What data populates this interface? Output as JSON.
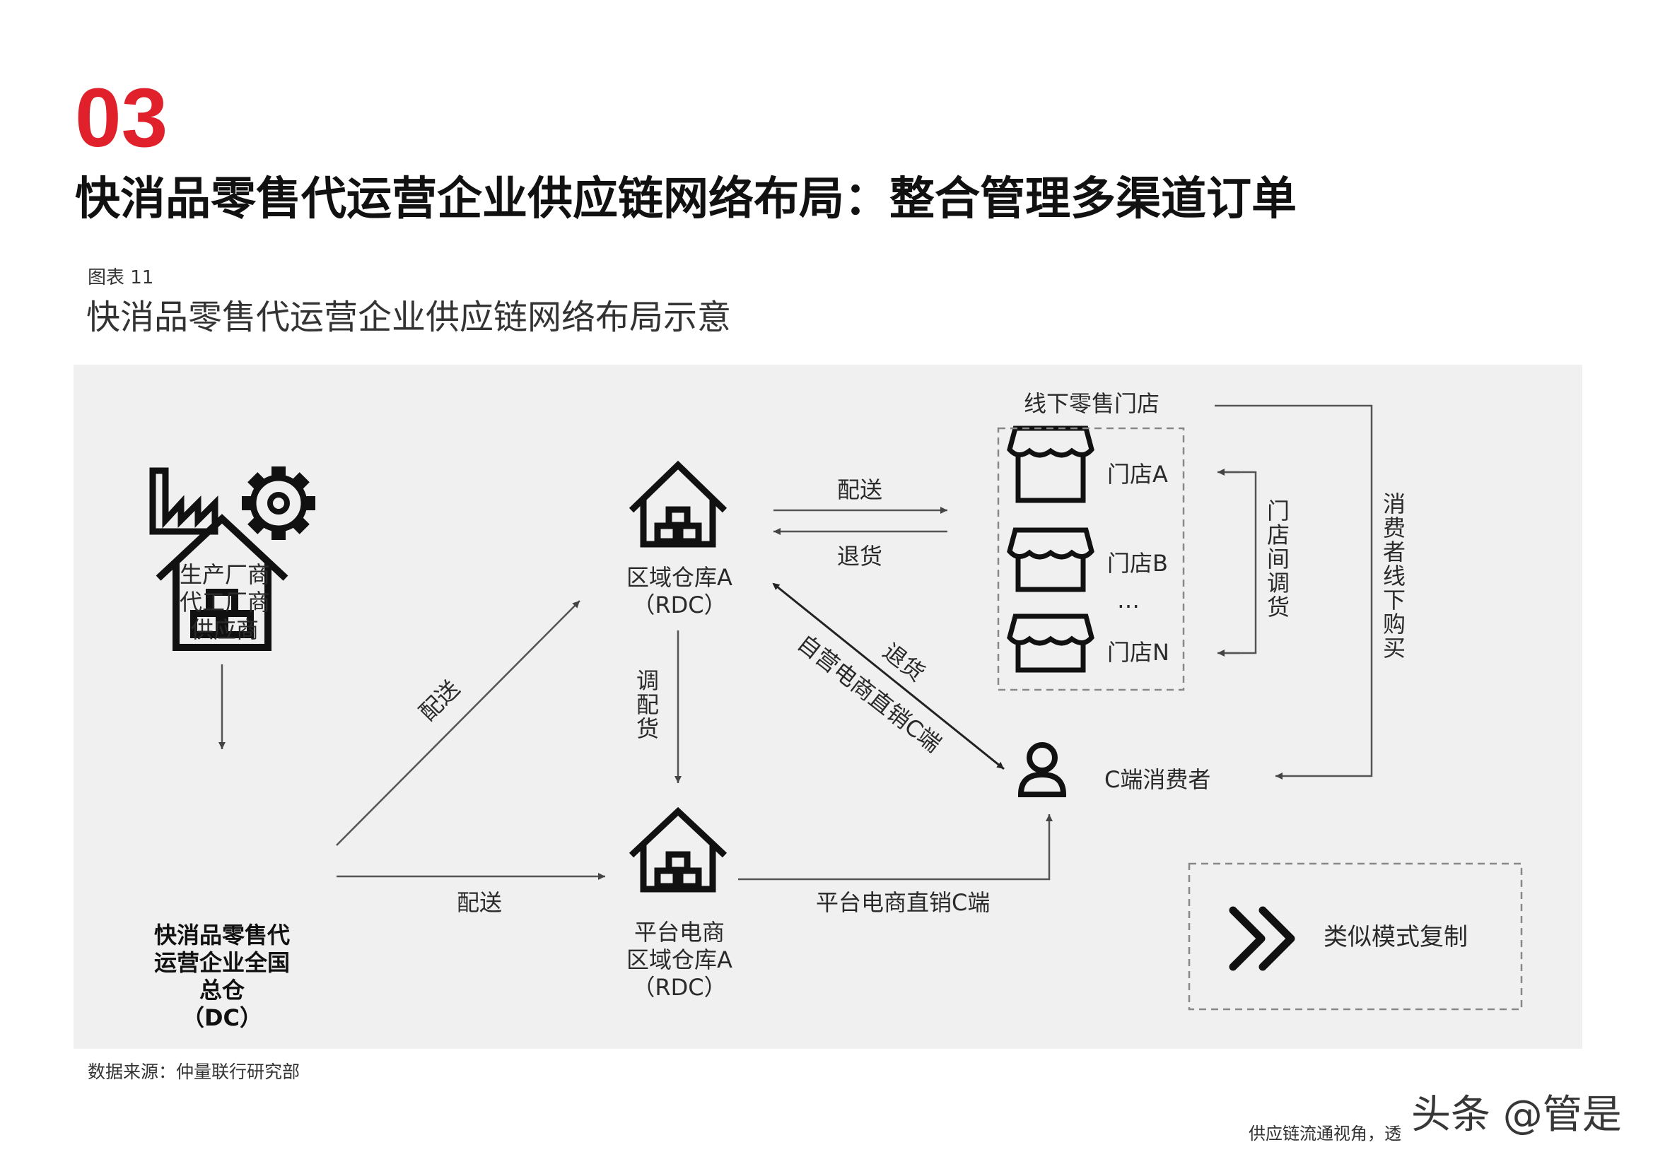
{
  "header": {
    "section_number": "03",
    "title": "快消品零售代运营企业供应链网络布局：整合管理多渠道订单",
    "figure_label": "图表 11",
    "figure_title": "快消品零售代运营企业供应链网络布局示意"
  },
  "diagram": {
    "suppliers": [
      "生产厂商",
      "代工厂商",
      "供应商"
    ],
    "dc": [
      "快消品零售代",
      "运营企业全国",
      "总仓",
      "（DC）"
    ],
    "rdc_a": [
      "区域仓库A",
      "（RDC）"
    ],
    "platform_rdc": [
      "平台电商",
      "区域仓库A",
      "（RDC）"
    ],
    "offline_stores_title": "线下零售门店",
    "stores": [
      "门店A",
      "门店B",
      "…",
      "门店N"
    ],
    "consumer": "C端消费者",
    "edges": {
      "dc_to_rdc": "配送",
      "dc_to_platform": "配送",
      "rdc_to_store": "配送",
      "store_to_rdc": "退货",
      "rdc_transfer": "调配货",
      "store_transfer": "门店间调货",
      "consumer_return": "退货",
      "rdc_direct_c": "自营电商直销C端",
      "platform_direct_c": "平台电商直销C端",
      "offline_purchase": "消费者线下购买"
    },
    "replicate_label": "类似模式复制"
  },
  "footer": {
    "source": "数据来源：仲量联行研究部",
    "text": "供应链流通视角，透",
    "watermark": "头条 @管是"
  }
}
